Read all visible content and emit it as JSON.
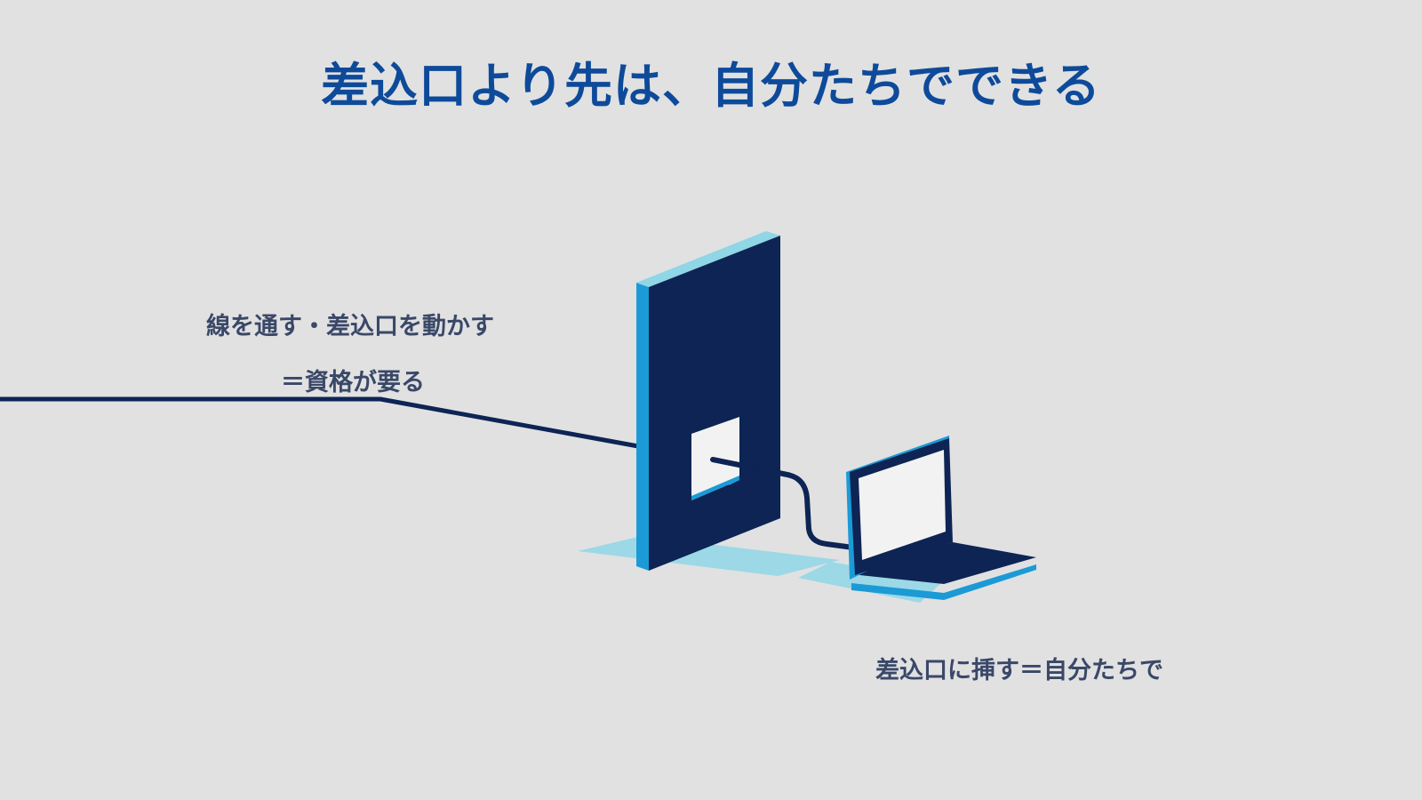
{
  "slide": {
    "title": "差込口より先は、自分たちでできる"
  },
  "labels": {
    "wiring_line_1": "線を通す・差込口を動かす",
    "wiring_line_2": "＝資格が要る",
    "plug_in": "差込口に挿す＝自分たちで"
  },
  "icons": {
    "wall": "wall-with-outlet-icon",
    "laptop": "laptop-icon",
    "cable": "cable-line-icon"
  },
  "colors": {
    "background": "#e1e1e1",
    "title": "#0e4a9a",
    "navy": "#0d2454",
    "accent_blue": "#1b9ad6",
    "light_cyan": "#8fd6e6",
    "label_text": "#3a4868"
  }
}
